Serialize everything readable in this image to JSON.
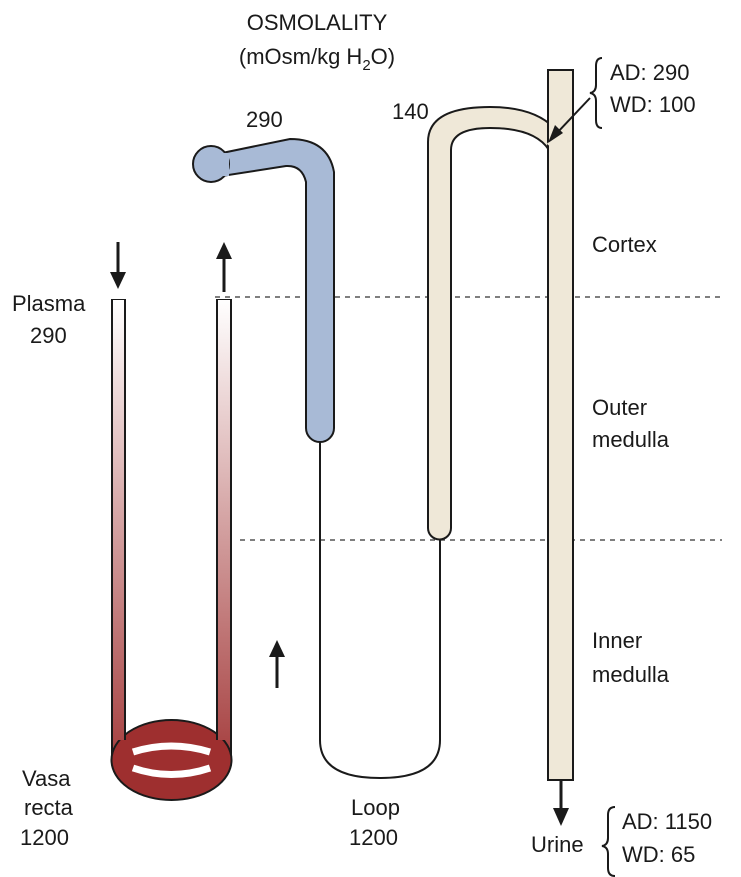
{
  "header": {
    "title": "OSMOLALITY",
    "units_prefix": "(mOsm/kg H",
    "units_sub": "2",
    "units_suffix": "O)"
  },
  "tubule_values": {
    "proximal": "290",
    "distal": "140"
  },
  "collecting_duct_in": {
    "ad": "AD: 290",
    "wd": "WD: 100"
  },
  "zones": {
    "cortex": "Cortex",
    "outer_medulla_line1": "Outer",
    "outer_medulla_line2": "medulla",
    "inner_medulla_line1": "Inner",
    "inner_medulla_line2": "medulla"
  },
  "plasma": {
    "label": "Plasma",
    "value": "290"
  },
  "vasa_recta": {
    "line1": "Vasa",
    "line2": "recta",
    "value": "1200"
  },
  "loop": {
    "label": "Loop",
    "value": "1200"
  },
  "urine": {
    "label": "Urine",
    "ad": "AD: 1150",
    "wd": "WD: 65"
  },
  "colors": {
    "proximal_fill": "#a8bad6",
    "distal_fill": "#efe8d8",
    "vasa_recta_top": "#ffffff",
    "vasa_recta_bottom": "#9e2f2f",
    "outline": "#1a1a1a"
  }
}
